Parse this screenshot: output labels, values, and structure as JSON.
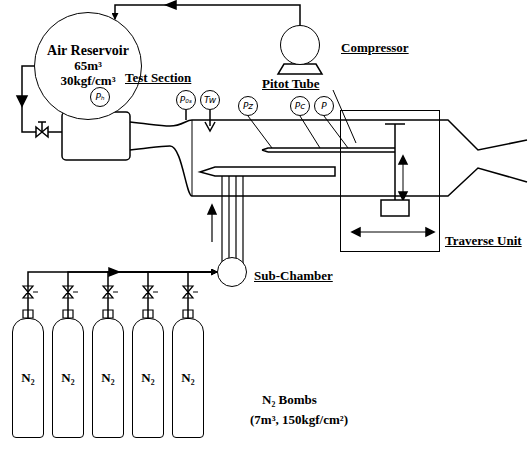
{
  "diagram": {
    "nodes": [
      {
        "text": [
          "Air Reservoir",
          "65m³ 30kgf/cm³"
        ]
      },
      {
        "text": [
          "Compressor"
        ]
      },
      {
        "text": [
          "Pₕ"
        ]
      },
      {
        "text": [
          "P₀ₛ"
        ]
      },
      {
        "text": [
          "Tw"
        ]
      },
      {
        "text": [
          "Pz"
        ]
      },
      {
        "text": [
          "Pc"
        ]
      },
      {
        "text": [
          "P"
        ]
      },
      {
        "text": [
          "Traverse Unit"
        ]
      },
      {
        "text": [
          "Sub-Chamber"
        ]
      },
      {
        "text": [
          "N₂"
        ]
      },
      {
        "text": [
          "N₂"
        ]
      },
      {
        "text": [
          "N₂"
        ]
      },
      {
        "text": [
          "N₂"
        ]
      },
      {
        "text": [
          "N₂"
        ]
      }
    ],
    "edges": [
      {
        "from": 1,
        "to": 0,
        "arrow": "to"
      },
      {
        "from": 10,
        "to": 9,
        "arrow": "to"
      },
      {
        "from": 11,
        "to": 9,
        "arrow": "to"
      },
      {
        "from": 12,
        "to": 9,
        "arrow": "to"
      },
      {
        "from": 13,
        "to": 9,
        "arrow": "to"
      },
      {
        "from": 14,
        "to": 9,
        "arrow": "to"
      }
    ],
    "labels": [
      "Test Section",
      "Pitot Tube",
      "N₂ Bombs",
      "(7m³, 150kgf/cm²)"
    ]
  }
}
